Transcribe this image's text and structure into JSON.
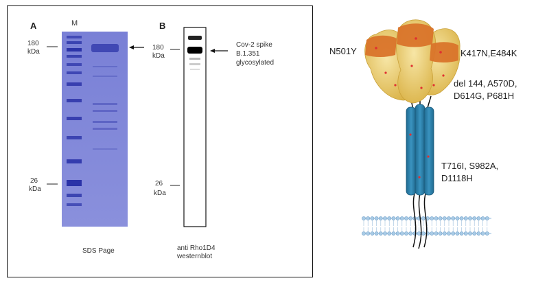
{
  "panel_a": {
    "letter": "A",
    "marker_label": "M",
    "marker_high_value": "180",
    "marker_high_unit": "kDa",
    "marker_low_value": "26",
    "marker_low_unit": "kDa",
    "caption": "SDS Page",
    "gel_color": "#7a82d8"
  },
  "panel_b": {
    "letter": "B",
    "marker_high_value": "180",
    "marker_high_unit": "kDa",
    "marker_low_value": "26",
    "marker_low_unit": "kDa",
    "band_label_line1": "Cov-2 spike",
    "band_label_line2": "B.1.351",
    "band_label_line3": "glycosylated",
    "caption_line1": "anti Rho1D4",
    "caption_line2": "westernblot"
  },
  "schematic": {
    "mutation_left": "N501Y",
    "mutation_right_top": "K417N,E484K",
    "mutations_mid_line1": "del 144, A570D,",
    "mutations_mid_line2": "D614G, P681H",
    "mutations_low_line1": "T716I, S982A,",
    "mutations_low_line2": "D1118H",
    "head_color": "#e8c760",
    "rbd_color": "#d9742a",
    "stalk_color": "#2e7fa8",
    "membrane_color": "#8fb9dc"
  }
}
